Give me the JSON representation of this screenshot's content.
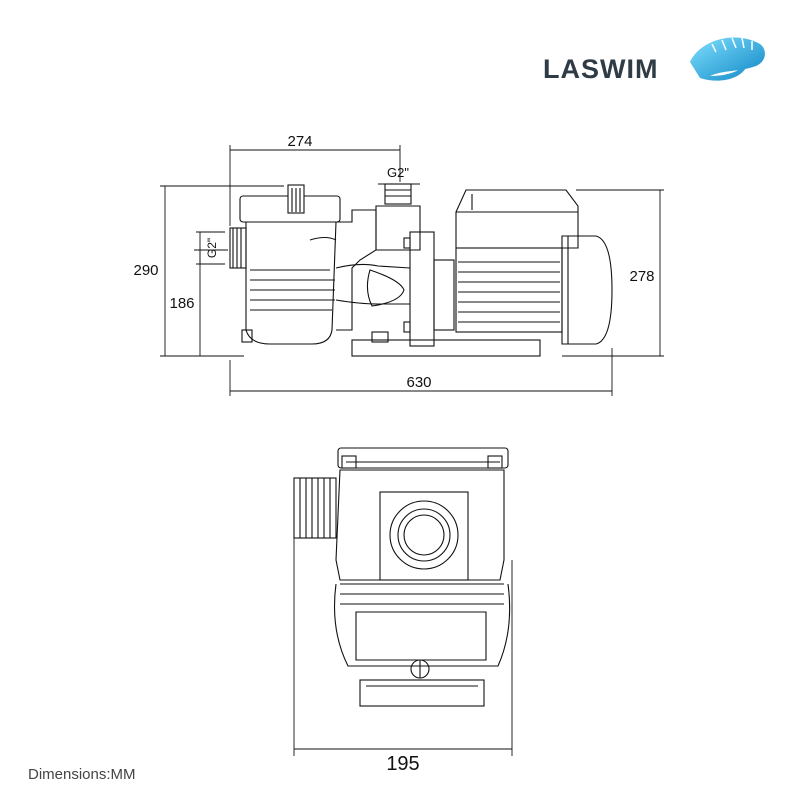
{
  "brand": {
    "name": "LASWIM",
    "accent_color": "#1aa7d9"
  },
  "side_view": {
    "dim_274": "274",
    "dim_inlet_top": "G2\"",
    "dim_inlet_side": "G2\"",
    "dim_290": "290",
    "dim_186": "186",
    "dim_278": "278",
    "dim_630": "630"
  },
  "front_view": {
    "dim_195": "195"
  },
  "footer": {
    "units": "Dimensions:MM"
  }
}
